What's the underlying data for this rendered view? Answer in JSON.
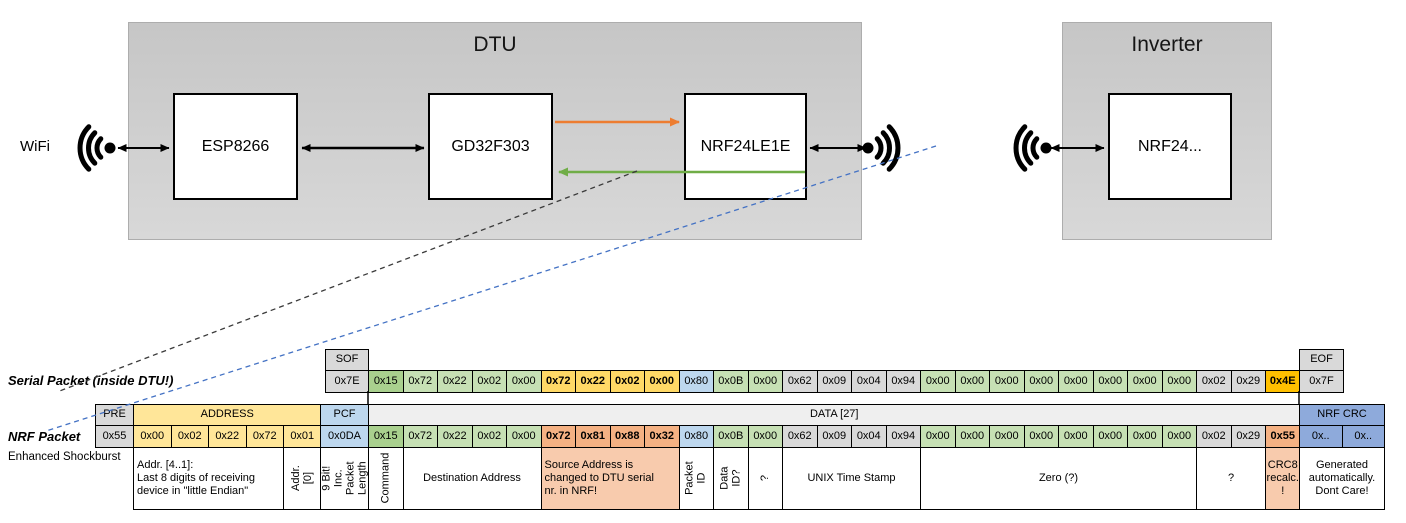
{
  "diagram": {
    "wifi_label": "WiFi",
    "dtu": {
      "title": "DTU",
      "chips": [
        "ESP8266",
        "GD32F303",
        "NRF24LE1E"
      ]
    },
    "inverter": {
      "title": "Inverter",
      "chip": "NRF24..."
    }
  },
  "serial_packet": {
    "label": "Serial Packet (inside DTU!)",
    "sof_header": "SOF",
    "sof": "0x7E",
    "eof_header": "EOF",
    "eof": "0x7F",
    "bytes": [
      {
        "v": "0x15",
        "c": "green_dark"
      },
      {
        "v": "0x72",
        "c": "green"
      },
      {
        "v": "0x22",
        "c": "green"
      },
      {
        "v": "0x02",
        "c": "green"
      },
      {
        "v": "0x00",
        "c": "green"
      },
      {
        "v": "0x72",
        "c": "gold",
        "bold": true
      },
      {
        "v": "0x22",
        "c": "gold",
        "bold": true
      },
      {
        "v": "0x02",
        "c": "gold",
        "bold": true
      },
      {
        "v": "0x00",
        "c": "gold",
        "bold": true
      },
      {
        "v": "0x80",
        "c": "blue"
      },
      {
        "v": "0x0B",
        "c": "green"
      },
      {
        "v": "0x00",
        "c": "green"
      },
      {
        "v": "0x62",
        "c": "gray"
      },
      {
        "v": "0x09",
        "c": "gray"
      },
      {
        "v": "0x04",
        "c": "gray"
      },
      {
        "v": "0x94",
        "c": "gray"
      },
      {
        "v": "0x00",
        "c": "green"
      },
      {
        "v": "0x00",
        "c": "green"
      },
      {
        "v": "0x00",
        "c": "green"
      },
      {
        "v": "0x00",
        "c": "green"
      },
      {
        "v": "0x00",
        "c": "green"
      },
      {
        "v": "0x00",
        "c": "green"
      },
      {
        "v": "0x00",
        "c": "green"
      },
      {
        "v": "0x00",
        "c": "green"
      },
      {
        "v": "0x02",
        "c": "gray"
      },
      {
        "v": "0x29",
        "c": "gray"
      },
      {
        "v": "0x4E",
        "c": "amber",
        "bold": true
      }
    ]
  },
  "nrf_packet": {
    "label": "NRF Packet",
    "sublabel": "Enhanced Shockburst",
    "pre_header": "PRE",
    "pre": "0x55",
    "address_header": "ADDRESS",
    "address": [
      "0x00",
      "0x02",
      "0x22",
      "0x72",
      "0x01"
    ],
    "pcf_header": "PCF",
    "pcf": "0x0DA",
    "data_header": "DATA [27]",
    "crc_header": "NRF CRC",
    "crc": [
      "0x..",
      "0x.."
    ],
    "bytes": [
      {
        "v": "0x15",
        "c": "green_dark"
      },
      {
        "v": "0x72",
        "c": "green"
      },
      {
        "v": "0x22",
        "c": "green"
      },
      {
        "v": "0x02",
        "c": "green"
      },
      {
        "v": "0x00",
        "c": "green"
      },
      {
        "v": "0x72",
        "c": "salmon",
        "bold": true
      },
      {
        "v": "0x81",
        "c": "salmon",
        "bold": true
      },
      {
        "v": "0x88",
        "c": "salmon",
        "bold": true
      },
      {
        "v": "0x32",
        "c": "salmon",
        "bold": true
      },
      {
        "v": "0x80",
        "c": "blue"
      },
      {
        "v": "0x0B",
        "c": "green"
      },
      {
        "v": "0x00",
        "c": "green"
      },
      {
        "v": "0x62",
        "c": "gray"
      },
      {
        "v": "0x09",
        "c": "gray"
      },
      {
        "v": "0x04",
        "c": "gray"
      },
      {
        "v": "0x94",
        "c": "gray"
      },
      {
        "v": "0x00",
        "c": "green"
      },
      {
        "v": "0x00",
        "c": "green"
      },
      {
        "v": "0x00",
        "c": "green"
      },
      {
        "v": "0x00",
        "c": "green"
      },
      {
        "v": "0x00",
        "c": "green"
      },
      {
        "v": "0x00",
        "c": "green"
      },
      {
        "v": "0x00",
        "c": "green"
      },
      {
        "v": "0x00",
        "c": "green"
      },
      {
        "v": "0x02",
        "c": "gray"
      },
      {
        "v": "0x29",
        "c": "gray"
      },
      {
        "v": "0x55",
        "c": "salmon",
        "bold": true
      }
    ]
  },
  "descriptions": [
    {
      "text": "Addr. [4..1]:\nLast 8 digits of receiving\ndevice in \"little Endian\"",
      "region": "addr",
      "start": 0,
      "span": 4,
      "align": "left"
    },
    {
      "text": "Addr.[0]",
      "region": "addr",
      "start": 4,
      "span": 1,
      "vertical": true
    },
    {
      "text": "9 Bit!\nInc. Packet\nLength",
      "region": "pcf",
      "start": 0,
      "span": 1,
      "vertical": true
    },
    {
      "text": "Command",
      "region": "data",
      "start": 0,
      "span": 1,
      "vertical": true
    },
    {
      "text": "Destination Address",
      "region": "data",
      "start": 1,
      "span": 4
    },
    {
      "text": "Source Address is\nchanged to DTU serial\nnr. in NRF!",
      "region": "data",
      "start": 5,
      "span": 4,
      "bg": "salmon_light",
      "align": "left"
    },
    {
      "text": "Packet ID",
      "region": "data",
      "start": 9,
      "span": 1,
      "vertical": true
    },
    {
      "text": "Data ID?",
      "region": "data",
      "start": 10,
      "span": 1,
      "vertical": true
    },
    {
      "text": "?",
      "region": "data",
      "start": 11,
      "span": 1,
      "vertical": true
    },
    {
      "text": "UNIX Time Stamp",
      "region": "data",
      "start": 12,
      "span": 4
    },
    {
      "text": "Zero (?)",
      "region": "data",
      "start": 16,
      "span": 8
    },
    {
      "text": "?",
      "region": "data",
      "start": 24,
      "span": 2
    },
    {
      "text": "CRC8\nrecalc.\n!",
      "region": "data",
      "start": 26,
      "span": 1,
      "bg": "salmon_light"
    },
    {
      "text": "Generated\nautomatically.\nDont Care!",
      "region": "crc",
      "start": 0,
      "span": 2
    }
  ],
  "colors": {
    "green": "#C6E0B4",
    "green_dark": "#A9D08E",
    "gold": "#FFD966",
    "amber": "#FFC000",
    "blue": "#BDD7EE",
    "gray": "#D9D9D9",
    "salmon": "#F4B183",
    "salmon_light": "#F8CBAD",
    "yellow": "#FFE699",
    "crc_blue": "#8EAADB",
    "header_gray": "#D9D9D9",
    "data_header_gray": "#EFEFEF",
    "orange_arrow": "#ED7D31",
    "green_arrow": "#70AD47",
    "callout_blue": "#4472C4"
  }
}
